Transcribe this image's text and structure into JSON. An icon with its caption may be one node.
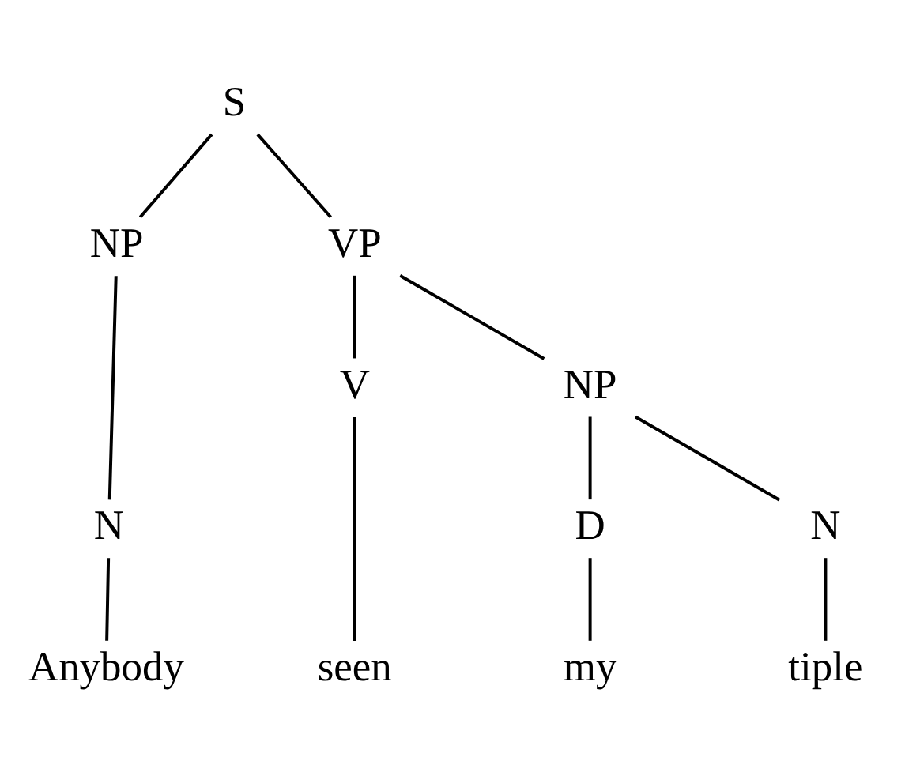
{
  "diagram": {
    "nodes": [
      {
        "text": [
          "S"
        ]
      },
      {
        "text": [
          "NP"
        ]
      },
      {
        "text": [
          "VP"
        ]
      },
      {
        "text": [
          "N"
        ]
      },
      {
        "text": [
          "V"
        ]
      },
      {
        "text": [
          "NP"
        ]
      },
      {
        "text": [
          "D"
        ]
      },
      {
        "text": [
          "N"
        ]
      },
      {
        "text": [
          "Anybody"
        ]
      },
      {
        "text": [
          "seen"
        ]
      },
      {
        "text": [
          "my"
        ]
      },
      {
        "text": [
          "tiple"
        ]
      }
    ],
    "edges": [
      {
        "from": 0,
        "to": 1,
        "arrow": "none"
      },
      {
        "from": 0,
        "to": 2,
        "arrow": "none"
      },
      {
        "from": 1,
        "to": 3,
        "arrow": "none"
      },
      {
        "from": 2,
        "to": 4,
        "arrow": "none"
      },
      {
        "from": 2,
        "to": 5,
        "arrow": "none"
      },
      {
        "from": 5,
        "to": 6,
        "arrow": "none"
      },
      {
        "from": 5,
        "to": 7,
        "arrow": "none"
      },
      {
        "from": 3,
        "to": 8,
        "arrow": "none"
      },
      {
        "from": 4,
        "to": 9,
        "arrow": "none"
      },
      {
        "from": 6,
        "to": 10,
        "arrow": "none"
      },
      {
        "from": 7,
        "to": 11,
        "arrow": "none"
      }
    ]
  }
}
